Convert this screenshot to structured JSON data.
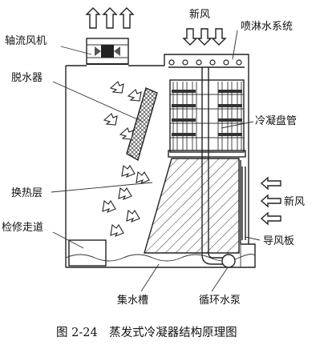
{
  "labels": {
    "axial_fan": "轴流风机",
    "fresh_air_top": "新风",
    "spray_system": "喷淋水系统",
    "eliminator": "脱水器",
    "coil": "冷凝盘管",
    "fill": "换热层",
    "fresh_air_side": "新风",
    "walkway": "检修走道",
    "louver": "导风板",
    "basin": "集水槽",
    "pump": "循环水泵"
  },
  "caption": "图 2-24　蒸发式冷凝器结构原理图"
}
